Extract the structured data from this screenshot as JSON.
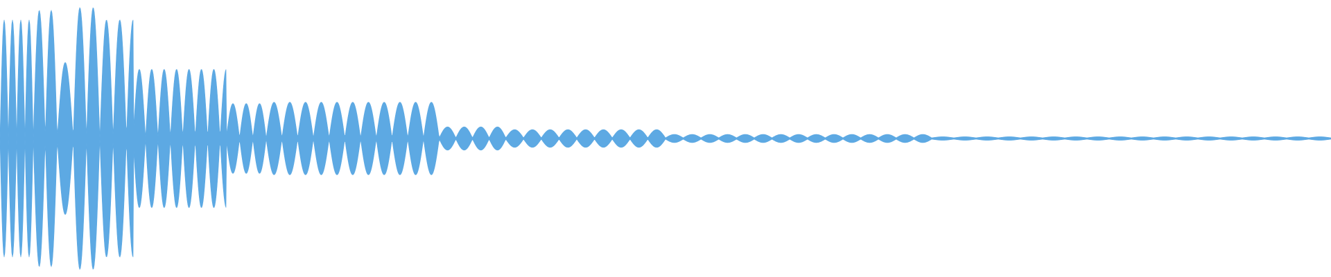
{
  "waveform": {
    "color": "#5DA9E3",
    "background": "#FFFFFF",
    "shape": "decaying oscillation (audio waveform)",
    "segments": [
      {
        "start": 0.0,
        "end": 0.025,
        "amp": 0.86,
        "cycles": 4.0
      },
      {
        "start": 0.025,
        "end": 0.043,
        "amp": 0.93,
        "cycles": 2.0
      },
      {
        "start": 0.043,
        "end": 0.055,
        "amp": 0.55,
        "cycles": 1.0
      },
      {
        "start": 0.055,
        "end": 0.075,
        "amp": 0.95,
        "cycles": 2.0
      },
      {
        "start": 0.075,
        "end": 0.1,
        "amp": 0.86,
        "cycles": 2.5
      },
      {
        "start": 0.1,
        "end": 0.17,
        "amp": 0.5,
        "cycles": 7.5
      },
      {
        "start": 0.17,
        "end": 0.2,
        "amp": 0.25,
        "cycles": 3.0
      },
      {
        "start": 0.2,
        "end": 0.33,
        "amp": 0.26,
        "cycles": 11.0
      },
      {
        "start": 0.33,
        "end": 0.38,
        "amp": 0.08,
        "cycles": 4.0
      },
      {
        "start": 0.38,
        "end": 0.5,
        "amp": 0.06,
        "cycles": 9.0
      },
      {
        "start": 0.5,
        "end": 0.7,
        "amp": 0.025,
        "cycles": 15.0
      },
      {
        "start": 0.7,
        "end": 1.0,
        "amp": 0.008,
        "cycles": 18.0
      }
    ]
  }
}
